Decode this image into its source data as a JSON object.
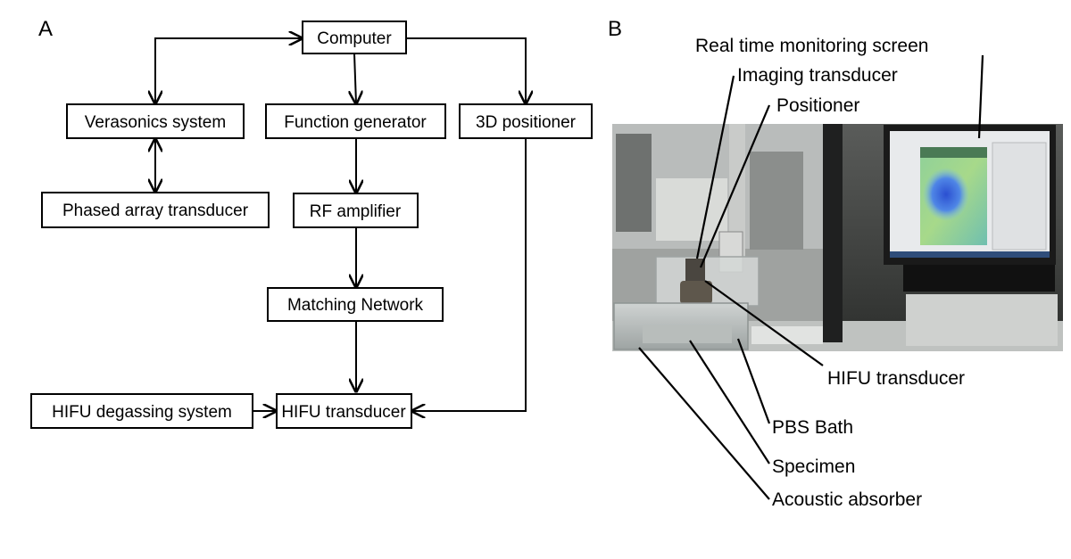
{
  "panel_a": {
    "label": "A",
    "nodes": {
      "computer": "Computer",
      "verasonics": "Verasonics system",
      "function_gen": "Function generator",
      "positioner_3d": "3D positioner",
      "phased_array": "Phased array transducer",
      "rf_amp": "RF amplifier",
      "matching": "Matching Network",
      "degassing": "HIFU degassing system",
      "hifu": "HIFU transducer"
    }
  },
  "panel_b": {
    "label": "B",
    "annotations": {
      "monitor": "Real time monitoring screen",
      "imaging": "Imaging transducer",
      "positioner": "Positioner",
      "hifu": "HIFU transducer",
      "pbs": "PBS Bath",
      "specimen": "Specimen",
      "absorber": "Acoustic absorber"
    }
  }
}
